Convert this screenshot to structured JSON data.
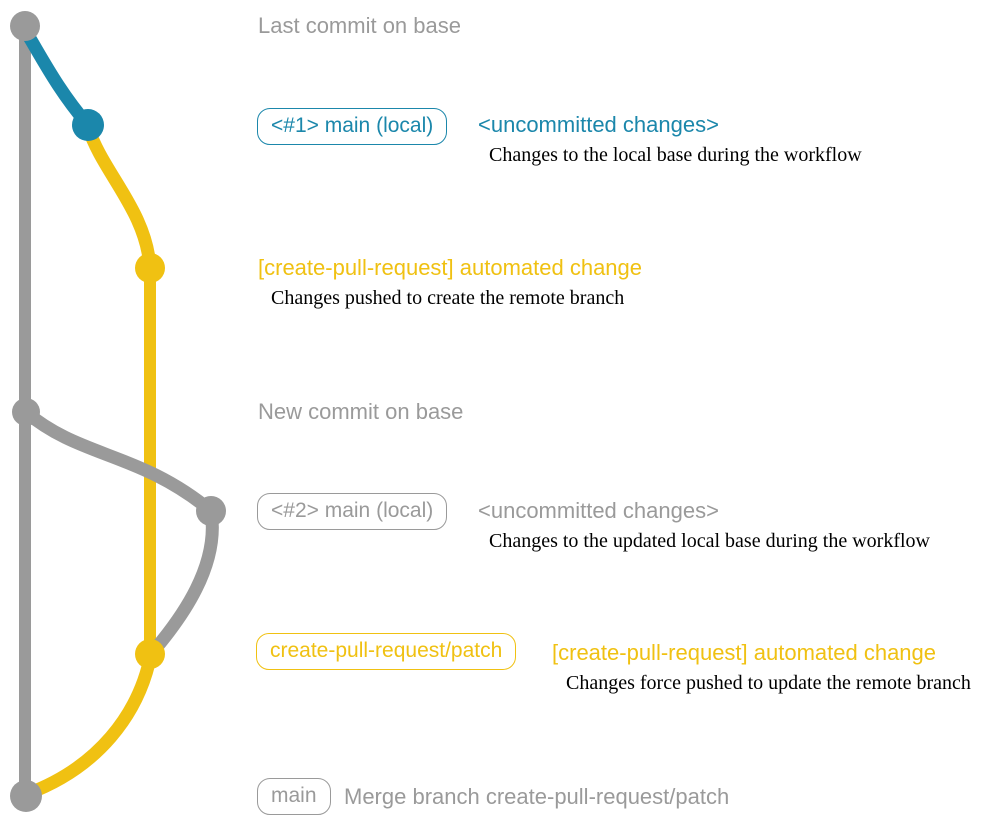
{
  "colors": {
    "gray": "#9a9a9a",
    "blue": "#1b87ab",
    "yellow": "#f0c112",
    "text": "#000000",
    "background": "#ffffff"
  },
  "annotations": {
    "row1": {
      "label": "Last commit on base"
    },
    "row2": {
      "badge": "<#1> main (local)",
      "heading": "<uncommitted changes>",
      "desc": "Changes to the local base during the workflow"
    },
    "row3": {
      "heading": "[create-pull-request] automated change",
      "desc": "Changes pushed to create the remote branch"
    },
    "row4": {
      "label": "New commit on base"
    },
    "row5": {
      "badge": "<#2> main (local)",
      "heading": "<uncommitted changes>",
      "desc": "Changes to the updated local base during the workflow"
    },
    "row6": {
      "badge": "create-pull-request/patch",
      "heading": "[create-pull-request] automated change",
      "desc": "Changes force pushed to update the remote branch"
    },
    "row7": {
      "badge": "main",
      "label": "Merge branch create-pull-request/patch"
    }
  },
  "graph": {
    "branch_colors": {
      "base": "#9a9a9a",
      "local_main": "#1b87ab",
      "create_pull_request_patch": "#f0c112"
    },
    "commit_count": 7
  }
}
